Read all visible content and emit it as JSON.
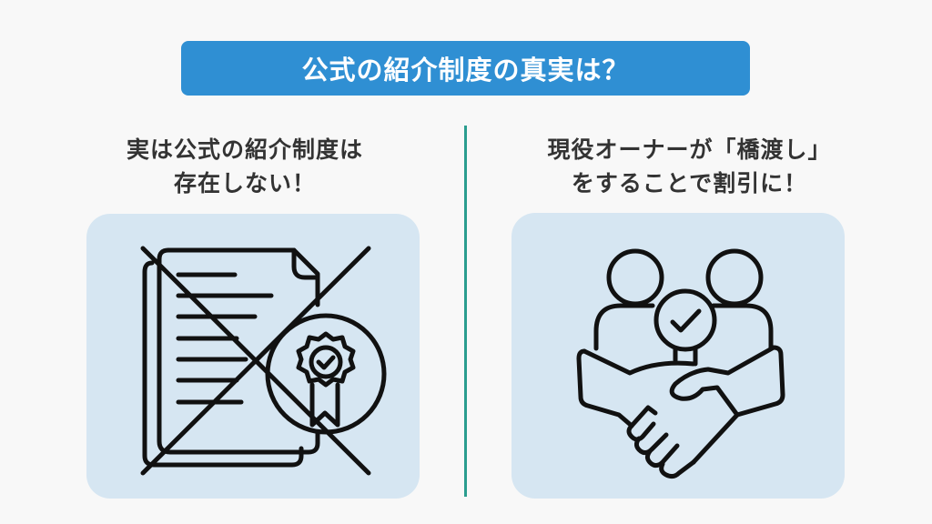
{
  "title": {
    "text": "公式の紹介制度の真実は？",
    "background_color": "#2f8fd3",
    "text_color": "#ffffff"
  },
  "divider": {
    "color": "#2a9d8f"
  },
  "left_panel": {
    "heading_lines": [
      "実は公式の紹介制度は",
      "存在しない！"
    ],
    "icon": "crossed-out-certificate-document-icon",
    "card_color": "#d6e6f2"
  },
  "right_panel": {
    "heading_lines": [
      "現役オーナーが「橋渡し」",
      "をすることで割引に！"
    ],
    "icon": "handshake-people-check-icon",
    "card_color": "#d6e6f2"
  }
}
